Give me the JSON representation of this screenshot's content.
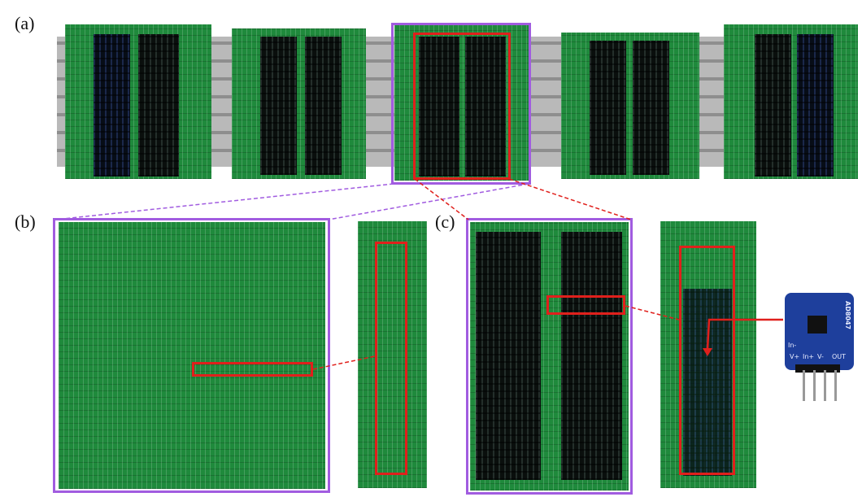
{
  "panels": {
    "a": {
      "label": "(a)"
    },
    "b": {
      "label": "(b)"
    },
    "c": {
      "label": "(c)"
    }
  },
  "chip": {
    "part_number": "AD8047",
    "pins": [
      "V+",
      "In-",
      "In+",
      "V-",
      "OUT"
    ]
  },
  "colors": {
    "highlight_purple": "#a15ce0",
    "highlight_red": "#e0201c",
    "pcb_green": "#1f8a3c"
  }
}
